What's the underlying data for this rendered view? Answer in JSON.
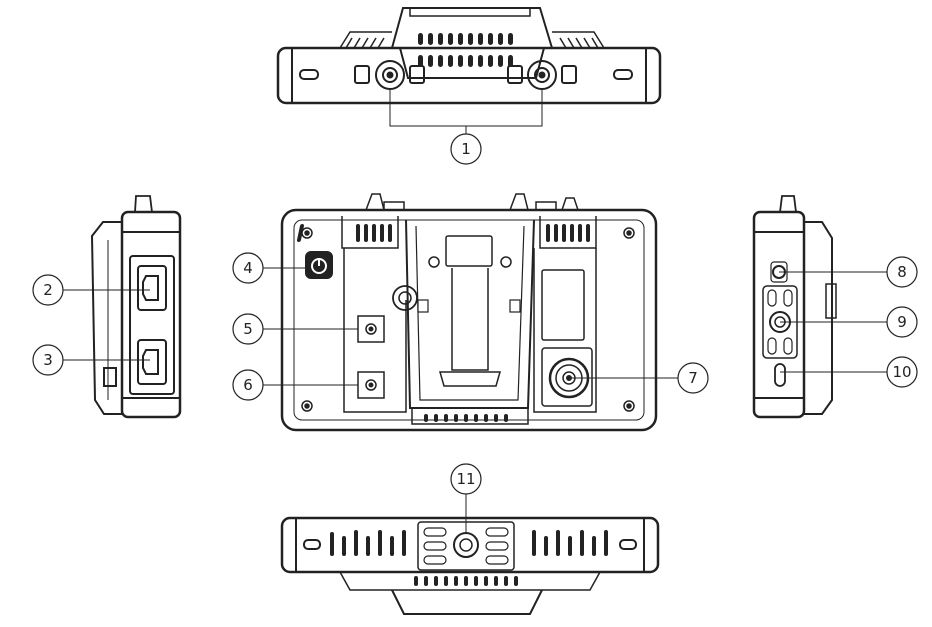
{
  "callouts": [
    "1",
    "2",
    "3",
    "4",
    "5",
    "6",
    "7",
    "8",
    "9",
    "10",
    "11"
  ],
  "colors": {
    "ink": "#222222",
    "body": "#ffffff"
  }
}
